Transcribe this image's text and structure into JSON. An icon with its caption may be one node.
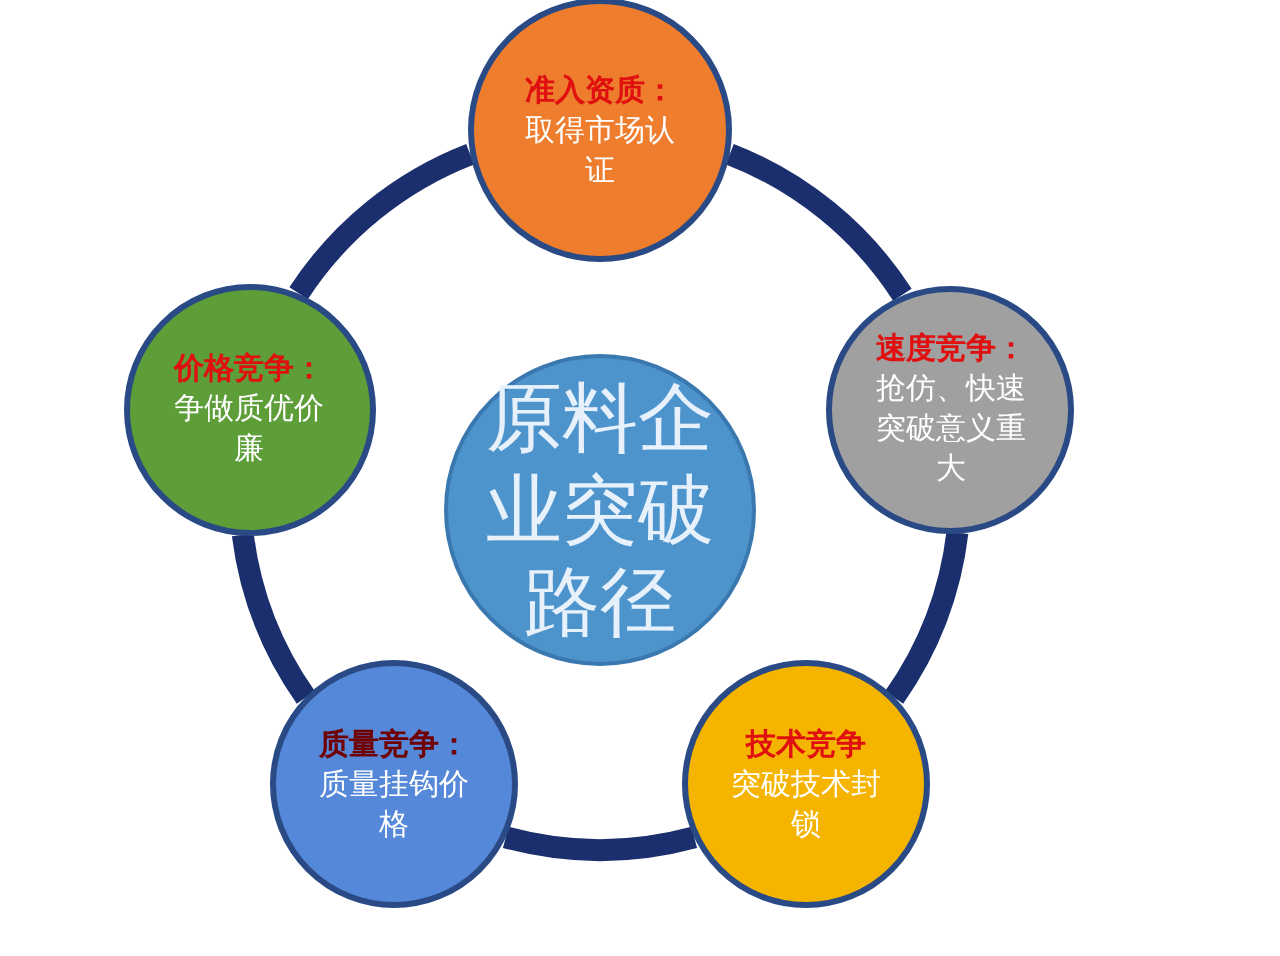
{
  "diagram": {
    "nodes": [
      {
        "text": [
          "原料企业突破路径"
        ]
      },
      {
        "text": [
          "准入资质：",
          "取得市场认证"
        ]
      },
      {
        "text": [
          "速度竞争：",
          "抢仿、快速突破意义重大"
        ]
      },
      {
        "text": [
          "技术竞争",
          "突破技术封锁"
        ]
      },
      {
        "text": [
          "质量竞争：",
          "质量挂钩价格"
        ]
      },
      {
        "text": [
          "价格竞争：",
          "争做质优价廉"
        ]
      }
    ],
    "edges": [
      {
        "from": 1,
        "to": 2,
        "arrow": "none"
      },
      {
        "from": 2,
        "to": 3,
        "arrow": "none"
      },
      {
        "from": 3,
        "to": 4,
        "arrow": "none"
      },
      {
        "from": 4,
        "to": 5,
        "arrow": "none"
      },
      {
        "from": 5,
        "to": 1,
        "arrow": "none"
      }
    ]
  }
}
